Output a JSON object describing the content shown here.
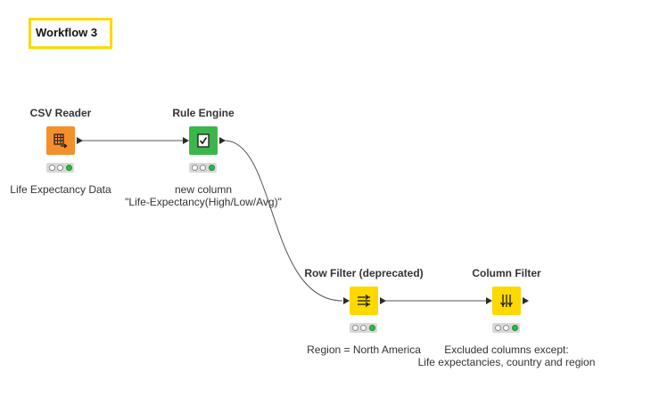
{
  "annotation": {
    "title": "Workflow 3"
  },
  "colors": {
    "annotation_border": "#ffd800",
    "csv_reader": "#f58f2b",
    "rule_engine": "#3cb64c",
    "filter_node": "#ffd800",
    "status_ok": "#2eb84a"
  },
  "nodes": [
    {
      "title": "CSV Reader",
      "icon": "table-reader-icon",
      "status": "executed",
      "description": [
        "Life Expectancy Data"
      ]
    },
    {
      "title": "Rule Engine",
      "icon": "rule-document-icon",
      "status": "executed",
      "description": [
        "new column",
        "\"Life-Expectancy(High/Low/Avg)\""
      ]
    },
    {
      "title": "Row Filter (deprecated)",
      "icon": "row-filter-icon",
      "status": "executed",
      "description": [
        "Region = North America"
      ]
    },
    {
      "title": "Column Filter",
      "icon": "column-filter-icon",
      "status": "executed",
      "description": [
        "Excluded columns except:",
        "Life expectancies, country and region"
      ]
    }
  ]
}
